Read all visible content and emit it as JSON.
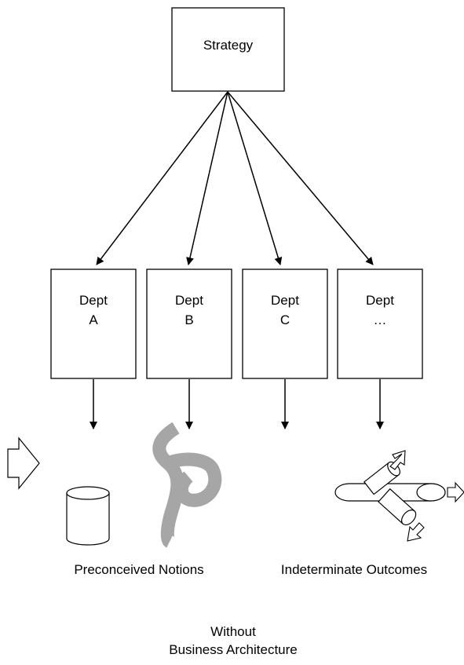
{
  "strategy": {
    "label": "Strategy"
  },
  "departments": [
    {
      "line1": "Dept",
      "line2": "A"
    },
    {
      "line1": "Dept",
      "line2": "B"
    },
    {
      "line1": "Dept",
      "line2": "C"
    },
    {
      "line1": "Dept",
      "line2": "…"
    }
  ],
  "captions": {
    "left": "Preconceived Notions",
    "right": "Indeterminate Outcomes"
  },
  "footer": {
    "line1": "Without",
    "line2": "Business Architecture"
  },
  "colors": {
    "stroke": "#000000",
    "squiggle": "#a6a6a6",
    "background": "#ffffff"
  }
}
